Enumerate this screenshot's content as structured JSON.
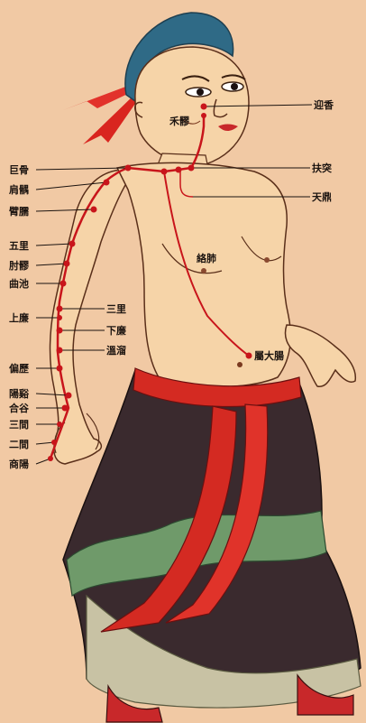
{
  "colors": {
    "paper": "#f1c9a4",
    "skin": "#f6d4a8",
    "outline": "#5a2f1a",
    "meridian": "#c8151b",
    "hair": "#2f6a86",
    "robe_dark": "#3a2a2e",
    "robe_green": "#6f9a6a",
    "sash_red": "#d42a22"
  },
  "points": {
    "yingxiang": "迎香",
    "heliao": "禾髎",
    "futu": "扶突",
    "tianding": "天鼎",
    "jugu": "巨骨",
    "jianyu": "肩髃",
    "binao": "臂臑",
    "shouwuli": "五里",
    "zhouliao": "肘髎",
    "quchi": "曲池",
    "shousanli": "三里",
    "shanglian": "上廉",
    "xialian": "下廉",
    "wenliu": "溫溜",
    "pianli": "偏歷",
    "yangxi": "陽谿",
    "hegu": "合谷",
    "sanjian": "三間",
    "erjian": "二間",
    "shangyang": "商陽",
    "luofei": "絡肺",
    "shudachang": "屬大腸"
  }
}
